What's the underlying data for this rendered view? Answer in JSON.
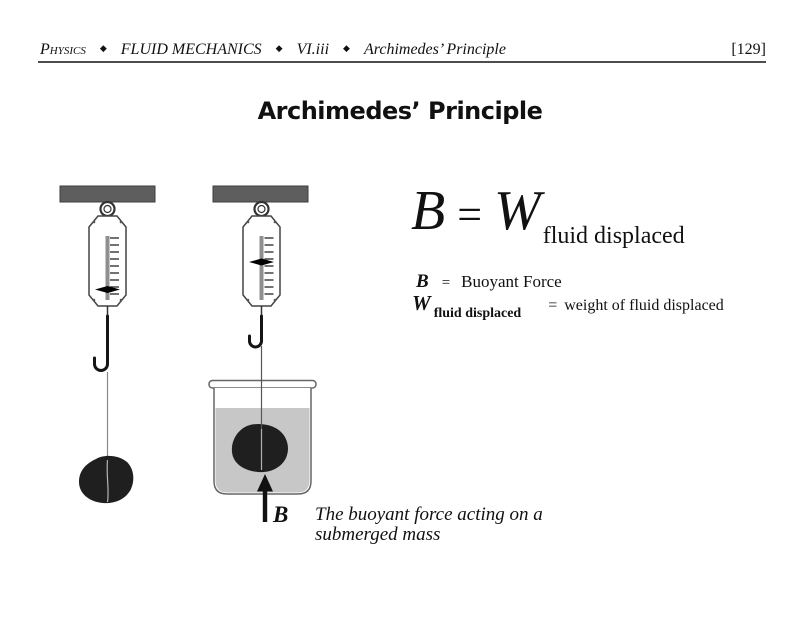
{
  "header": {
    "course": "Physics",
    "separator": "◆",
    "section": "FLUID MECHANICS",
    "subsection": "VI.iii",
    "topic": "Archimedes’ Principle",
    "page_number": "[129]"
  },
  "title": "Archimedes’ Principle",
  "formula": {
    "lhs": "B",
    "equals": "=",
    "rhs": "W",
    "rhs_subscript": "fluid displaced"
  },
  "definitions": {
    "b_symbol": "B",
    "b_equals": "=",
    "b_meaning": "Buoyant Force",
    "w_symbol": "W",
    "w_subscript": "fluid displaced",
    "w_equals": "=",
    "w_meaning": "weight of fluid displaced"
  },
  "figure": {
    "arrow_label": "B",
    "caption_line1": "The buoyant force acting on a",
    "caption_line2": "submerged mass"
  },
  "colors": {
    "ceiling_bar": "#5e5e5e",
    "fluid": "#c7c7c7",
    "mass": "#1f1f1f",
    "arrow": "#111111"
  }
}
